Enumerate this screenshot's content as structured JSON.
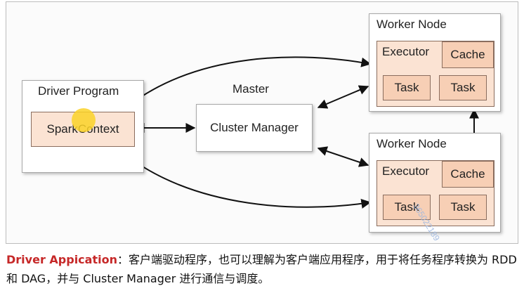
{
  "diagram": {
    "master_label": "Master",
    "driver": {
      "title": "Driver Program",
      "context": "SparkContext"
    },
    "cluster_manager": "Cluster Manager",
    "worker_nodes": [
      {
        "title": "Worker Node",
        "executor": "Executor",
        "cache": "Cache",
        "tasks": [
          "Task",
          "Task"
        ]
      },
      {
        "title": "Worker Node",
        "executor": "Executor",
        "cache": "Cache",
        "tasks": [
          "Task",
          "Task"
        ]
      }
    ],
    "watermark": "365022189"
  },
  "caption": {
    "highlight": "Driver  Appication",
    "text": "：客户端驱动程序，也可以理解为客户端应用程序，用于将任务程序转换为 RDD 和 DAG，并与 Cluster Manager 进行通信与调度。"
  },
  "colors": {
    "box_fill": "#fbe3d3",
    "box_fill_dark": "#f7cfb5",
    "highlight": "#c62828",
    "cursor": "#fad228"
  }
}
